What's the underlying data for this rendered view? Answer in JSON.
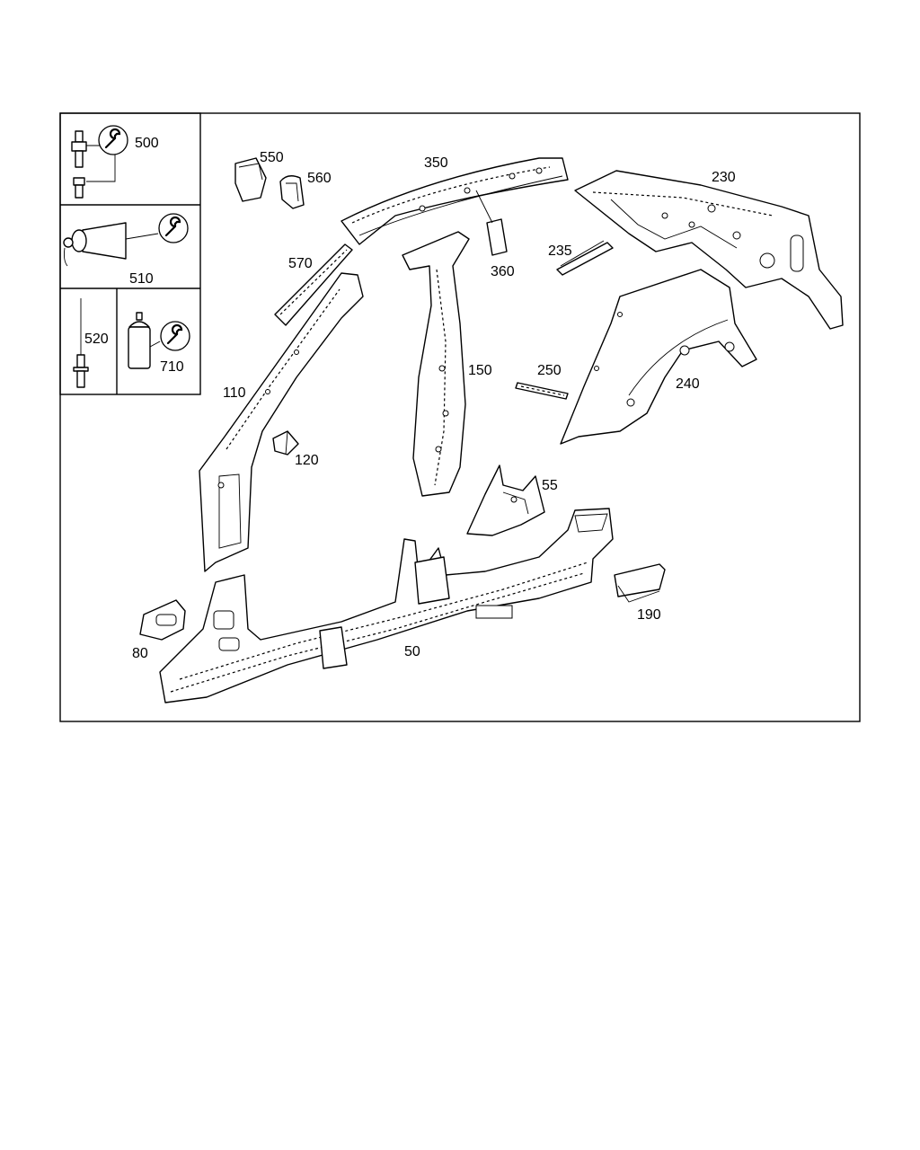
{
  "callouts": {
    "c500": "500",
    "c510": "510",
    "c520": "520",
    "c710": "710",
    "c550": "550",
    "c560": "560",
    "c350": "350",
    "c230": "230",
    "c570": "570",
    "c360": "360",
    "c235": "235",
    "c110": "110",
    "c150": "150",
    "c250": "250",
    "c240": "240",
    "c120": "120",
    "c55": "55",
    "c190": "190",
    "c80": "80",
    "c50": "50"
  },
  "icons": {
    "wrench": "wrench-icon",
    "bolt": "bolt-icon",
    "adhesive_tube": "adhesive-tube-icon",
    "rivet": "rivet-icon",
    "spray_can": "spray-can-icon"
  }
}
